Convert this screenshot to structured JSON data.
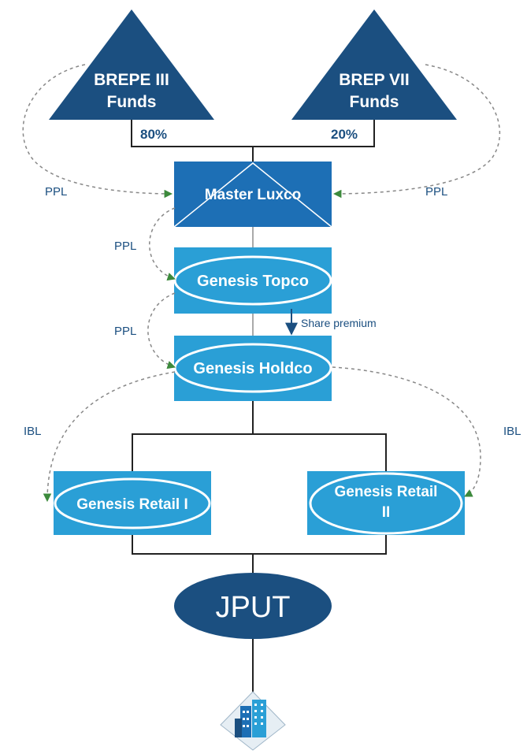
{
  "funds": {
    "left": {
      "line1": "BREPE III",
      "line2": "Funds",
      "share": "80%"
    },
    "right": {
      "line1": "BREP VII",
      "line2": "Funds",
      "share": "20%"
    }
  },
  "entities": {
    "master_luxco": "Master Luxco",
    "topco": "Genesis Topco",
    "holdco": "Genesis Holdco",
    "retail_1": "Genesis Retail I",
    "retail_2_line1": "Genesis Retail",
    "retail_2_line2": "II",
    "jput": "JPUT"
  },
  "loans": {
    "ppl_left": "PPL",
    "ppl_right": "PPL",
    "ppl_topco": "PPL",
    "ppl_holdco": "PPL",
    "ibl_left": "IBL",
    "ibl_right": "IBL",
    "share_premium": "Share premium"
  },
  "icons": {
    "property": "building-icon"
  },
  "colors": {
    "dark_navy": "#1b4f80",
    "mid_blue": "#1d6fb5",
    "light_blue": "#2a9fd6",
    "arrow_green": "#3c8a3c",
    "dashed_gray": "#888888"
  }
}
